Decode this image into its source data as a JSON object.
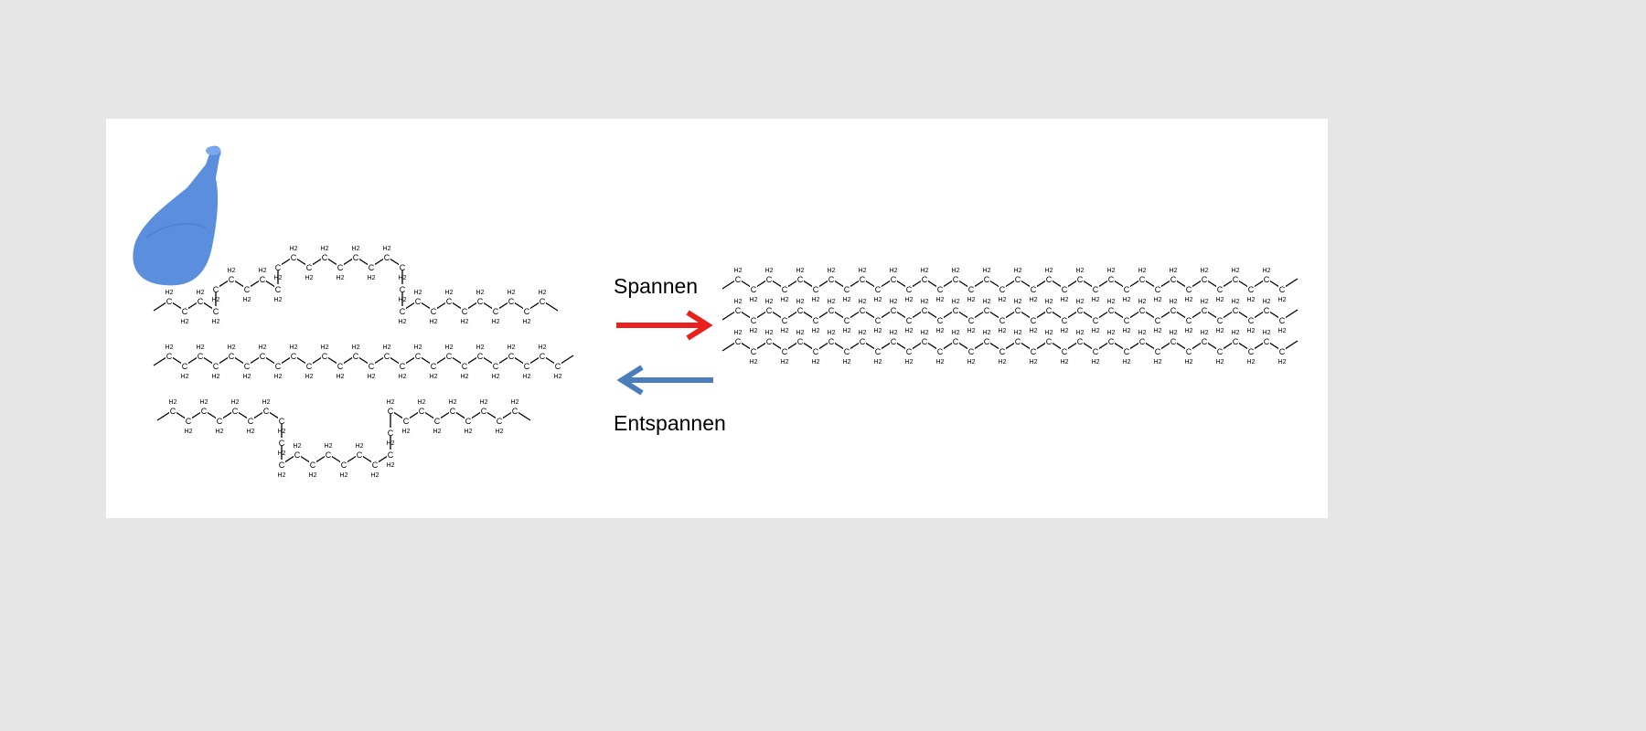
{
  "labels": {
    "stretch": "Spannen",
    "relax": "Entspannen"
  },
  "atoms": {
    "carbon": "C",
    "hydrogen": "H2"
  },
  "colors": {
    "stretch_arrow": "#e8211f",
    "relax_arrow": "#4a7ebb",
    "balloon": "#5b8fdd",
    "background": "#e6e6e6",
    "panel": "#ffffff"
  },
  "icons": {
    "balloon": "deflated-balloon-image"
  }
}
